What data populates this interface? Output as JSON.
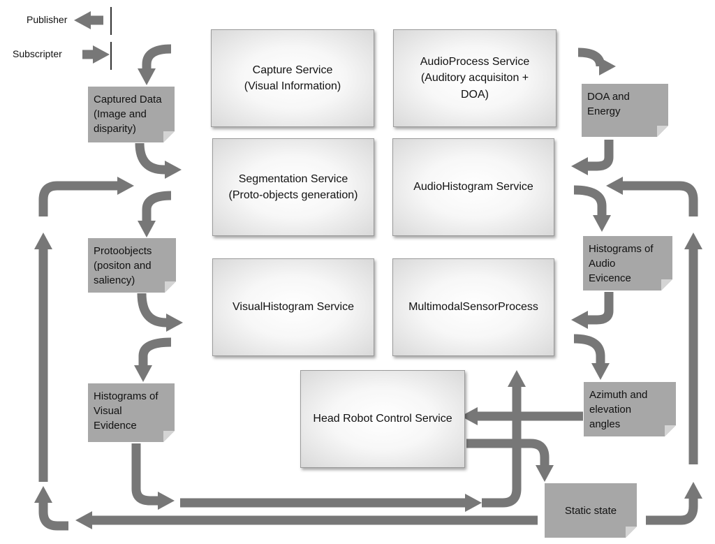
{
  "legend": {
    "publisher": "Publisher",
    "subscripter": "Subscripter"
  },
  "services": {
    "capture": {
      "line1": "Capture Service",
      "line2": "(Visual Information)"
    },
    "audioprocess": {
      "line1": "AudioProcess Service",
      "line2": "(Auditory acquisiton +",
      "line3": "DOA)"
    },
    "segmentation": {
      "line1": "Segmentation Service",
      "line2": "(Proto-objects generation)"
    },
    "audiohistogram": {
      "line1": "AudioHistogram Service"
    },
    "visualhistogram": {
      "line1": "VisualHistogram Service"
    },
    "multimodal": {
      "line1": "MultimodalSensorProcess"
    },
    "headrobot": {
      "line1": "Head Robot Control Service"
    }
  },
  "notes": {
    "captured_data": [
      "Captured Data",
      "(Image and",
      "disparity)"
    ],
    "doa_energy": [
      "DOA and",
      "Energy"
    ],
    "protoobjects": [
      "Protoobjects",
      "(positon and",
      "saliency)"
    ],
    "histograms_audio": [
      "Histograms of",
      "Audio",
      "Evicence"
    ],
    "histograms_visual": [
      "Histograms of",
      "Visual",
      "Evidence"
    ],
    "azimuth": [
      "Azimuth and",
      "elevation",
      "angles"
    ],
    "static_state": [
      "Static state"
    ]
  },
  "colors": {
    "arrow": "#777777",
    "note": "#a7a7a7"
  }
}
